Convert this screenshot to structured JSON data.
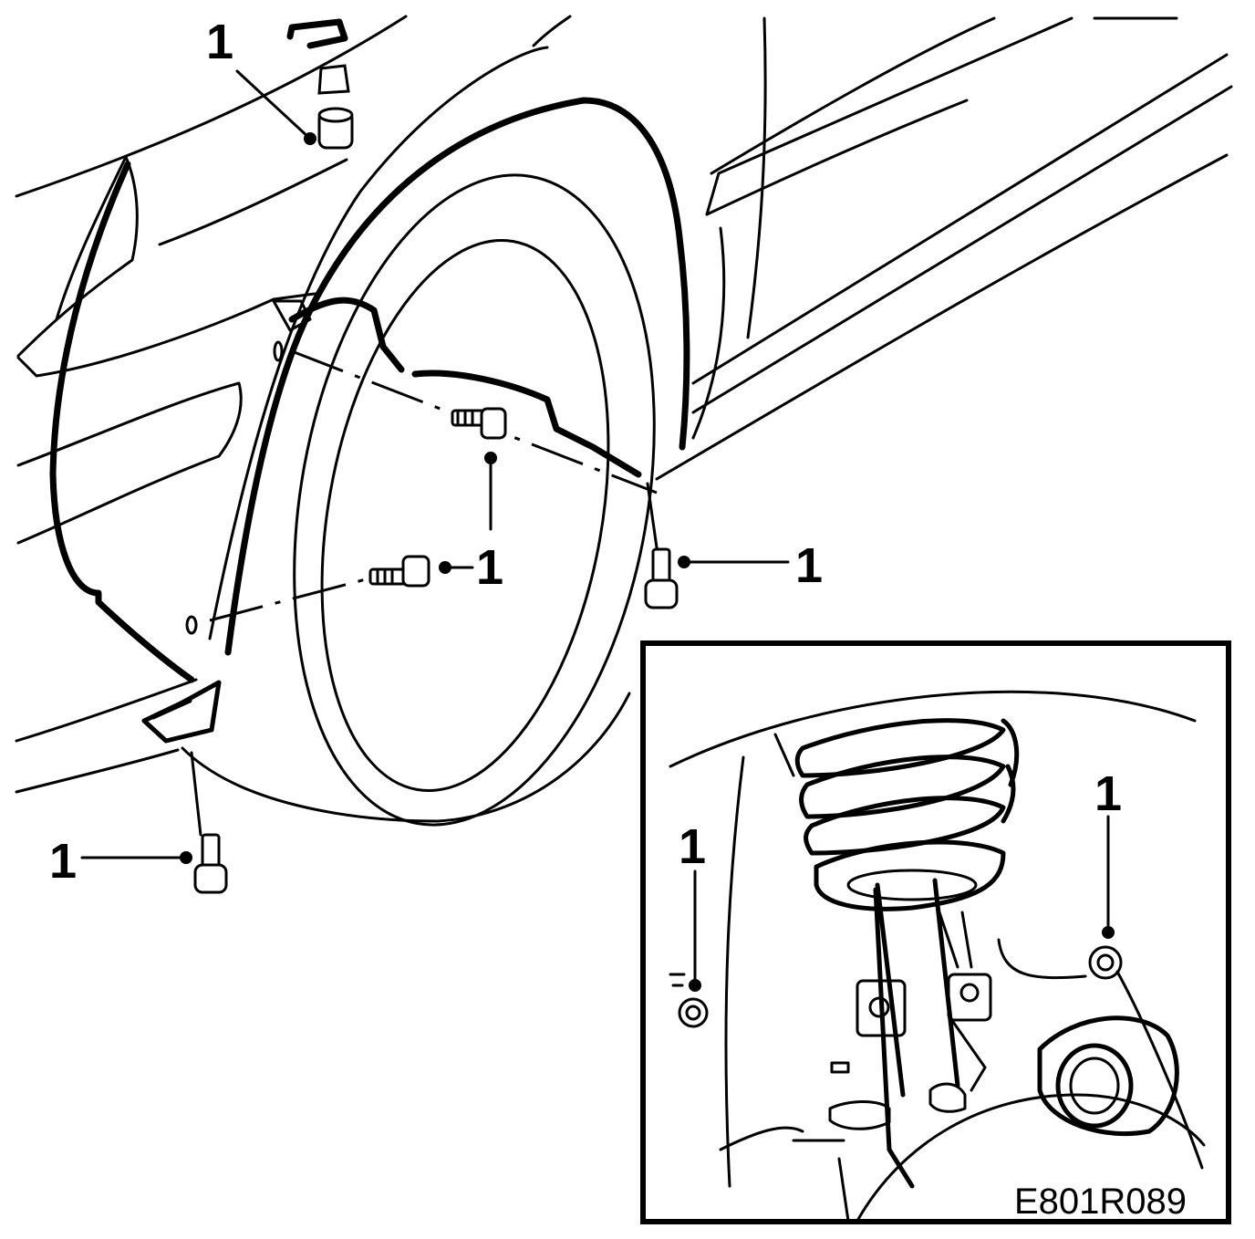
{
  "callouts": [
    {
      "id": "c1",
      "label": "1"
    },
    {
      "id": "c2",
      "label": "1"
    },
    {
      "id": "c3",
      "label": "1"
    },
    {
      "id": "c4",
      "label": "1"
    },
    {
      "id": "c5",
      "label": "1"
    },
    {
      "id": "c6",
      "label": "1"
    },
    {
      "id": "c7",
      "label": "1"
    },
    {
      "id": "c8",
      "label": "1"
    }
  ],
  "figure_code": "E801R089",
  "icons": [
    "fastener-bolt-icon",
    "fastener-nut-icon",
    "push-clip-icon",
    "coil-spring-icon"
  ],
  "colors": {
    "line": "#000000",
    "background": "#ffffff"
  }
}
